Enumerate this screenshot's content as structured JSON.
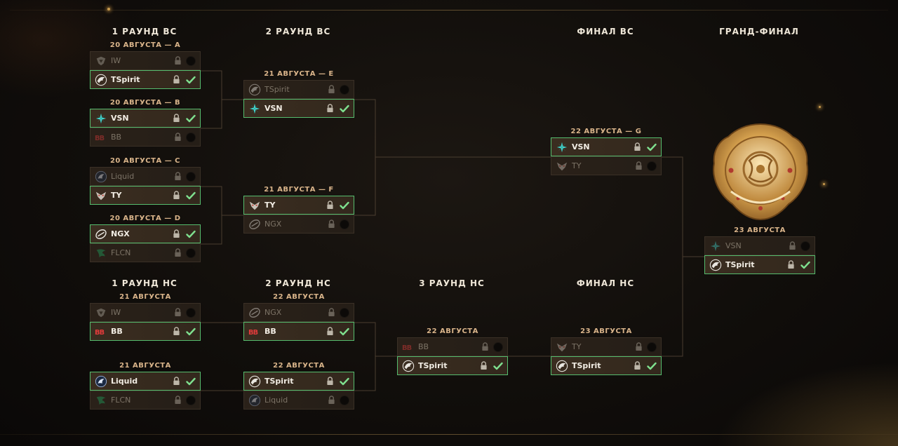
{
  "rounds": {
    "ub1": "1 РАУНД ВС",
    "ub2": "2 РАУНД ВС",
    "ubf": "ФИНАЛ ВС",
    "gf": "ГРАНД-ФИНАЛ",
    "lb1": "1 РАУНД НС",
    "lb2": "2 РАУНД НС",
    "lb3": "3 РАУНД НС",
    "lbf": "ФИНАЛ НС"
  },
  "matches": {
    "A": {
      "date": "20 АВГУСТА — A",
      "t1": "IW",
      "t2": "TSpirit"
    },
    "B": {
      "date": "20 АВГУСТА — B",
      "t1": "VSN",
      "t2": "BB"
    },
    "C": {
      "date": "20 АВГУСТА — C",
      "t1": "Liquid",
      "t2": "TY"
    },
    "D": {
      "date": "20 АВГУСТА — D",
      "t1": "NGX",
      "t2": "FLCN"
    },
    "E": {
      "date": "21 АВГУСТА — E",
      "t1": "TSpirit",
      "t2": "VSN"
    },
    "F": {
      "date": "21 АВГУСТА — F",
      "t1": "TY",
      "t2": "NGX"
    },
    "G": {
      "date": "22 АВГУСТА — G",
      "t1": "VSN",
      "t2": "TY"
    },
    "L1": {
      "date": "21 АВГУСТА",
      "t1": "IW",
      "t2": "BB"
    },
    "L2": {
      "date": "21 АВГУСТА",
      "t1": "Liquid",
      "t2": "FLCN"
    },
    "L3": {
      "date": "22 АВГУСТА",
      "t1": "NGX",
      "t2": "BB"
    },
    "L4": {
      "date": "22 АВГУСТА",
      "t1": "TSpirit",
      "t2": "Liquid"
    },
    "L5": {
      "date": "22 АВГУСТА",
      "t1": "BB",
      "t2": "TSpirit"
    },
    "LF": {
      "date": "23 АВГУСТА",
      "t1": "TY",
      "t2": "TSpirit"
    },
    "GF": {
      "date": "23 АВГУСТА",
      "t1": "VSN",
      "t2": "TSpirit"
    }
  },
  "icons": {
    "lock": "lock-icon",
    "check": "check-icon",
    "trophy": "aegis-trophy-icon"
  },
  "colors": {
    "win_border": "#56bd6e",
    "check": "#7fe08f",
    "date": "#d9b48a",
    "bg": "#110e0b"
  }
}
